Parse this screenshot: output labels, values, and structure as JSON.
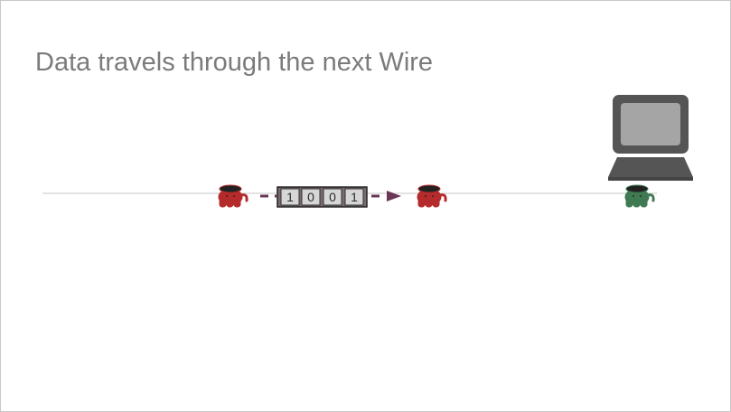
{
  "slide": {
    "title": "Data travels through the next Wire"
  },
  "packet": {
    "bits": [
      "1",
      "0",
      "0",
      "1"
    ]
  },
  "colors": {
    "title": "#7b7b7b",
    "wire": "#e3e3e3",
    "arrow": "#6a3556",
    "router": "#b52b2b",
    "destination": "#3f7a53",
    "computer_body": "#555555",
    "computer_screen": "#a5a5a5",
    "bit_cell": "#d6d6d6"
  },
  "icons": {
    "sender": "router-creature-icon",
    "receiver": "router-creature-icon",
    "destination": "host-creature-icon",
    "computer": "laptop-computer-icon"
  }
}
